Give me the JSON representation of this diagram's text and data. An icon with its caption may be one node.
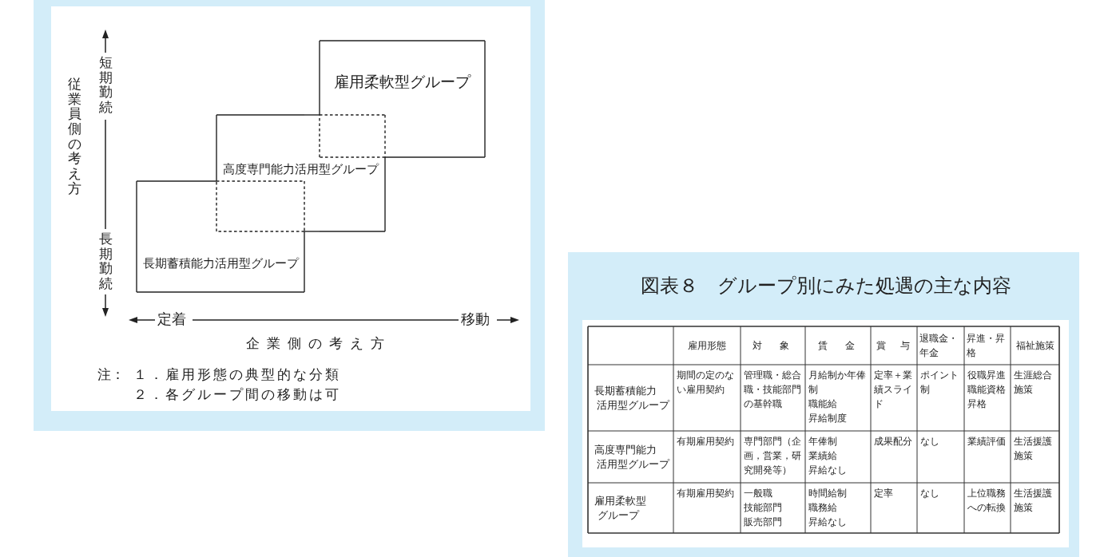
{
  "diagram": {
    "title": "図表８　グループ別にみた処遇の主な内容",
    "nodes": [
      {
        "text": [
          "雇用柔軟型グループ"
        ]
      },
      {
        "text": [
          "高度専門能力活用型グループ"
        ]
      },
      {
        "text": [
          "長期蓄積能力活用型グループ"
        ]
      }
    ],
    "labels": [
      "短期勤続",
      "従業員側の考え方",
      "長期勤続",
      "定着",
      "移動",
      "企業側の考え方",
      "注：",
      "１．雇用形態の典型的な分類",
      "２．各グループ間の移動は可",
      "雇用形態",
      "対　象",
      "賃　金",
      "賞　与",
      "退職金・年金",
      "昇進・昇格",
      "福祉施策",
      "長期蓄積能力活用型グループ",
      "期間の定のない雇用契約",
      "管理職・総合職・技能部門の基幹職",
      "月給制か年俸制職能給昇給制度",
      "定率＋業績スライド",
      "ポイント制",
      "役職昇進職能資格昇格",
      "生涯総合施策",
      "高度専門能力活用型グループ",
      "有期雇用契約",
      "専門部門（企画，営業，研究開発等）",
      "年俸制業績給昇給なし",
      "成果配分",
      "なし",
      "業績評価",
      "生活援護施策",
      "雇用柔軟型グループ",
      "有期雇用契約",
      "一般職技能部門販売部門",
      "時間給制職務給昇給なし",
      "定率",
      "なし",
      "上位職務への転換",
      "生活援護施策"
    ]
  }
}
